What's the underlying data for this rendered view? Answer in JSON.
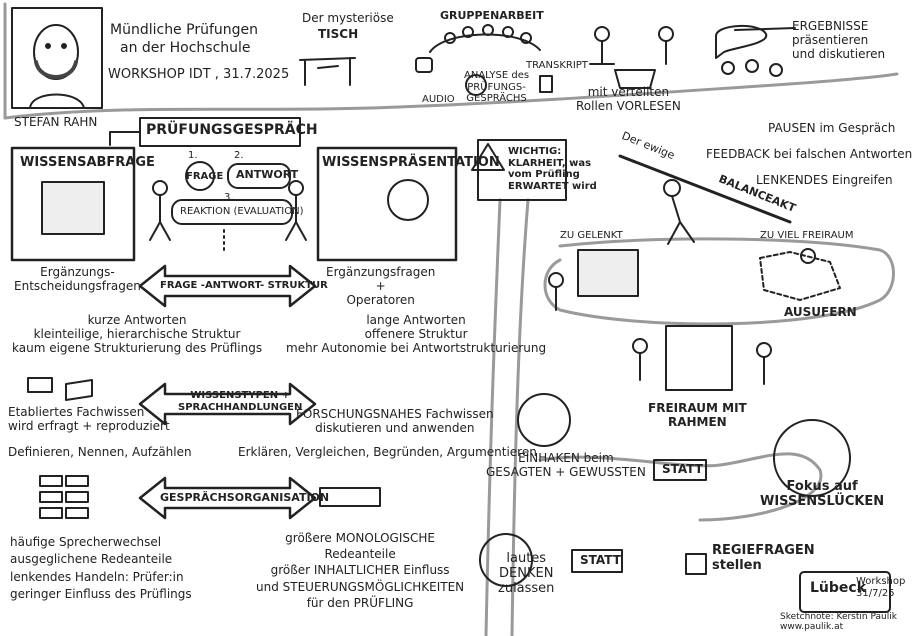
{
  "header": {
    "title_line1": "Mündliche Prüfungen",
    "title_line2": "an der Hochschule",
    "workshop": "WORKSHOP IDT , 31.7.2025",
    "author": "STEFAN RAHN",
    "tisch_line1": "Der mysteriöse",
    "tisch_line2": "TISCH",
    "gruppenarbeit": "GRUPPENARBEIT",
    "transkript": "TRANSKRIPT",
    "audio": "AUDIO",
    "analyse": "ANALYSE des\nPRÜFUNGS-\nGESPRÄCHS",
    "rollen": "mit verteilten\nRollen VORLESEN",
    "ergebnisse": "ERGEBNISSE\npräsentieren\nund diskutieren"
  },
  "left": {
    "pruefungsgespraech": "PRÜFUNGSGESPRÄCH",
    "wissensabfrage": "WISSENSABFRAGE",
    "wissenspraesentation": "WISSENSPRÄSENTATION",
    "frage": "FRAGE",
    "antwort": "ANTWORT",
    "reaktion": "REAKTION (EVALUATION)",
    "n1": "1.",
    "n2": "2.",
    "n3": "3.",
    "arrow1": "FRAGE -ANTWORT- STRUKTUR",
    "row1_left": "Ergänzungs-\nEntscheidungsfragen",
    "row1_right": "Ergänzungsfragen\n+\nOperatoren",
    "row1_left_more": "kurze Antworten\nkleinteilige, hierarchische Struktur\nkaum eigene Strukturierung des Prüflings",
    "row1_right_more": "lange Antworten\noffenere Struktur\nmehr Autonomie bei Antwortstrukturierung",
    "arrow2": "WISSENSTYPEN +\nSPRACHHANDLUNGEN",
    "row2_left": "Etabliertes Fachwissen\nwird erfragt + reproduziert",
    "row2_left_more": "Definieren, Nennen, Aufzählen",
    "row2_right": "FORSCHUNGSNAHES Fachwissen\ndiskutieren und anwenden",
    "row2_right_more": "Erklären, Vergleichen, Begründen, Argumentieren",
    "arrow3": "GESPRÄCHSORGANISATION",
    "row3_left": "häufige Sprecherwechsel\nausgeglichene Redeanteile\nlenkendes Handeln: Prüfer:in\ngeringer Einfluss des Prüflings",
    "row3_right": "größere MONOLOGISCHE\nRedeanteile\ngrößer INHALTLICHER Einfluss\nund STEUERUNGSMÖGLICHKEITEN\nfür den PRÜFLING"
  },
  "right": {
    "wichtig": "WICHTIG:\nKLARHEIT, was\nvom Prüfling\nERWARTET wird",
    "pausen": "PAUSEN im Gespräch",
    "feedback": "FEEDBACK bei falschen Antworten",
    "lenkendes": "LENKENDES Eingreifen",
    "ewige": "Der ewige",
    "balanceakt": "BALANCEAKT",
    "zu_gelenkt": "ZU GELENKT",
    "zu_viel": "ZU VIEL FREIRAUM",
    "ausufern": "AUSUFERN",
    "freiraum": "FREIRAUM MIT\nRAHMEN",
    "einhaken": "EINHAKEN beim\nGESAGTEN + GEWUSSTEN",
    "statt1": "STATT",
    "fokus": "Fokus auf\nWISSENSLÜCKEN",
    "lautes": "lautes\nDENKEN\nzulassen",
    "statt2": "STATT",
    "regiefragen": "REGIEFRAGEN\nstellen",
    "lubeck": "Lübeck",
    "workshop_badge": "Workshop\n31/7/25",
    "sketchnote": "Sketchnote: Kerstin Paulik\nwww.paulik.at"
  }
}
